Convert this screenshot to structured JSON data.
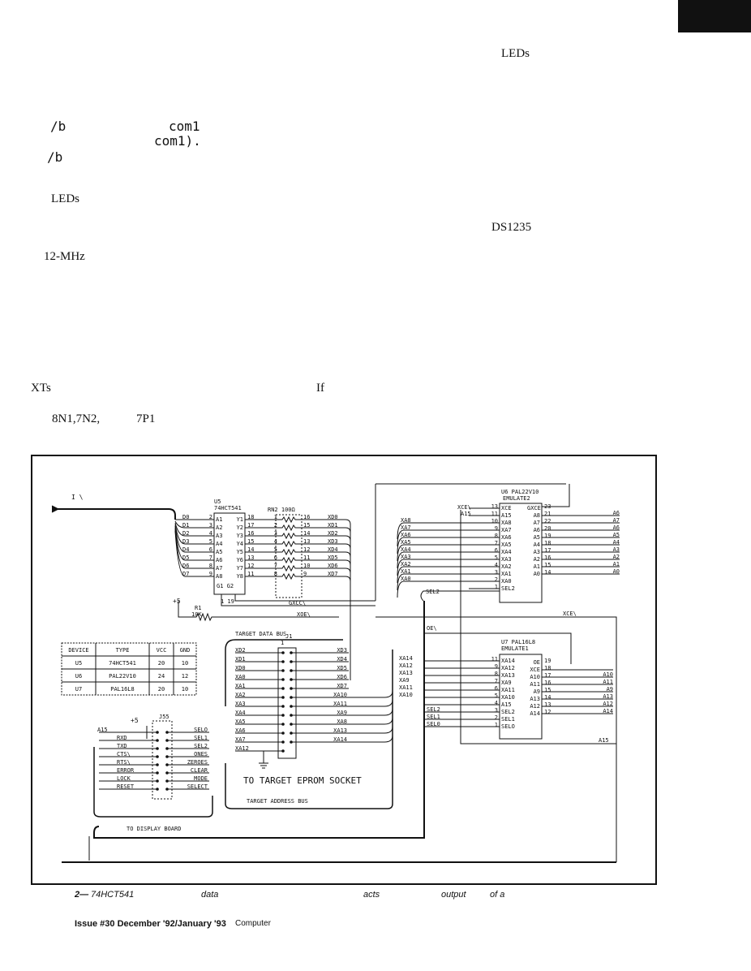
{
  "body_fragments": {
    "leds_1": "LEDs",
    "slash_b_1": "/b",
    "com1_1": "com1",
    "com1_2": "com1).",
    "slash_b_2": "/b",
    "leds_2": "LEDs",
    "ds1235": "DS1235",
    "mhz": "12-MHz",
    "xts": "XTs",
    "if_word": "If",
    "formats": "8N1,7N2,",
    "format_7p1": "7P1"
  },
  "schematic": {
    "top_left_marks": "I        \\",
    "u5_ref": "U5",
    "u5_part": "74HCT541",
    "rn2": "RN2   100Ω",
    "u5_in_labels": [
      "D0",
      "D1",
      "D2",
      "D3",
      "D4",
      "D5",
      "D6",
      "D7"
    ],
    "u5_in_pins": [
      "2",
      "3",
      "4",
      "5",
      "6",
      "7",
      "8",
      "9"
    ],
    "u5_a_pins": [
      "A1",
      "A2",
      "A3",
      "A4",
      "A5",
      "A6",
      "A7",
      "A8"
    ],
    "u5_y_pins": [
      "Y1",
      "Y2",
      "Y3",
      "Y4",
      "Y5",
      "Y6",
      "Y7",
      "Y8"
    ],
    "u5_out_pins": [
      "18",
      "17",
      "16",
      "15",
      "14",
      "13",
      "12",
      "11"
    ],
    "rn2_in_pins": [
      "1",
      "2",
      "3",
      "4",
      "5",
      "6",
      "7",
      "8"
    ],
    "rn2_out_pins": [
      "16",
      "15",
      "14",
      "13",
      "12",
      "11",
      "10",
      "9"
    ],
    "xd_labels": [
      "XD0",
      "XD1",
      "XD2",
      "XD3",
      "XD4",
      "XD5",
      "XD6",
      "XD7"
    ],
    "u5_g_pins": "G1  G2",
    "u5_g_nums": "1   19",
    "plus5_a": "+5",
    "r1": "R1",
    "r1_val": "10K",
    "gxcc": "GXCC\\",
    "xoe": "XOE\\",
    "target_data_bus": "TARGET DATA BUS",
    "device_table": {
      "headers": [
        "DEVICE",
        "TYPE",
        "VCC",
        "GND"
      ],
      "rows": [
        [
          "U5",
          "74HCT541",
          "20",
          "10"
        ],
        [
          "U6",
          "PAL22V10",
          "24",
          "12"
        ],
        [
          "U7",
          "PAL16L8",
          "20",
          "10"
        ]
      ]
    },
    "j1": "J1",
    "j1_pin1": "1",
    "j1_left": [
      "XD2",
      "XD1",
      "XD0",
      "XA0",
      "XA1",
      "XA2",
      "XA3",
      "XA4",
      "XA5",
      "XA6",
      "XA7",
      "XA12"
    ],
    "j1_right": [
      "XD3",
      "XD4",
      "XD5",
      "XD6",
      "XD7",
      "XA10",
      "XA11",
      "XA9",
      "XA8",
      "XA13",
      "XA14"
    ],
    "eprom_label": "TO TARGET EPROM SOCKET",
    "target_address_bus": "TARGET ADDRESS BUS",
    "plus5_b": "+5",
    "j55": "J55",
    "j55_left": [
      "A15",
      "RXD",
      "TXD",
      "CTS\\",
      "RTS\\",
      "ERROR",
      "LOCK",
      "RESET"
    ],
    "j55_right": [
      "SELO",
      "SEL1",
      "SEL2",
      "ONES",
      "ZEROES",
      "CLEAR",
      "MODE",
      "SELECT"
    ],
    "display_board": "TO DISPLAY BOARD",
    "u6_ref": "U6 PAL22V10",
    "u6_name": "EMULATE2",
    "u6_xce_in": "XCE\\",
    "u6_a15_in": "A15",
    "u6_in_pins": [
      "13",
      "11",
      "10",
      "9",
      "8",
      "7",
      "6",
      "5",
      "4",
      "3",
      "2",
      "1"
    ],
    "u6_in_names": [
      "XCE",
      "A15",
      "XA8",
      "XA7",
      "XA6",
      "XA5",
      "XA4",
      "XA3",
      "XA2",
      "XA1",
      "XA0",
      "SEL2"
    ],
    "u6_gxce": "GXCE",
    "u6_out_names": [
      "A8",
      "A7",
      "A6",
      "A5",
      "A4",
      "A3",
      "A2",
      "A1",
      "A0"
    ],
    "u6_out_pins": [
      "23",
      "21",
      "22",
      "20",
      "19",
      "18",
      "17",
      "16",
      "15",
      "14"
    ],
    "u6_ext_in": [
      "XA8",
      "XA7",
      "XA6",
      "XA5",
      "XA4",
      "XA3",
      "XA2",
      "XA1",
      "XA0"
    ],
    "u6_sel2": "SEL2",
    "u6_ext_out": [
      "A6",
      "A7",
      "A6",
      "A5",
      "A4",
      "A3",
      "A2",
      "A1",
      "A0"
    ],
    "xce_right": "XCE\\",
    "oe": "OE\\",
    "u7_ref": "U7 PAL16L8",
    "u7_name": "EMULATE1",
    "u7_in_pins": [
      "11",
      "9",
      "8",
      "7",
      "6",
      "5",
      "4",
      "3",
      "2",
      "1"
    ],
    "u7_in_names": [
      "XA14",
      "XA12",
      "XA13",
      "XA9",
      "XA11",
      "XA10",
      "A15",
      "SEL2",
      "SEL1",
      "SELO"
    ],
    "u7_oe": "OE",
    "u7_out_pins": [
      "19",
      "18",
      "17",
      "16",
      "15",
      "14",
      "13",
      "12"
    ],
    "u7_out_names": [
      "XCE",
      "A10",
      "A11",
      "A9",
      "A13",
      "A12",
      "A14"
    ],
    "u7_ext_in": [
      "XA14",
      "XA12",
      "XA13",
      "XA9",
      "XA11",
      "XA10"
    ],
    "u7_ext_sel": [
      "SEL2",
      "SEL1",
      "SEL0"
    ],
    "u7_ext_out": [
      "A10",
      "A11",
      "A9",
      "A13",
      "A12",
      "A14"
    ],
    "a15_right": "A15"
  },
  "caption": {
    "fig": "2—",
    "part": "74HCT541",
    "w_data": "data",
    "w_acts": "acts",
    "w_output": "output",
    "w_ofa": "of a"
  },
  "footer": {
    "issue": "Issue #30  December '92/January '93",
    "computer": "Computer"
  }
}
